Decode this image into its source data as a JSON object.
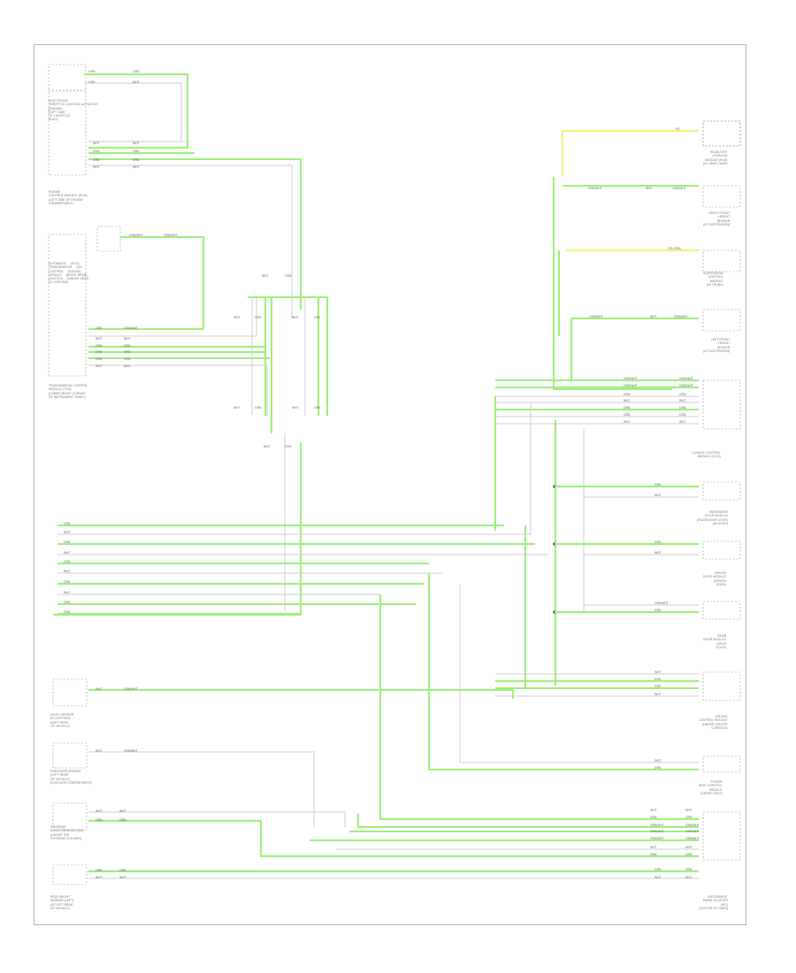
{
  "diagram": {
    "accent": "#9ef07a",
    "wire_green": "#9ef07a",
    "wire_yellow": "#f2f278",
    "wire_gray": "#cfcfcf",
    "stamp": "",
    "labels": {
      "c1": "ELECTRONIC\nTHROTTLE CONTROL ACTUATOR\n(ENGINE)\n(LEFT SIDE\nOF THROTTLE\nBODY)",
      "c2": "ENGINE\nCONTROL MODULE (ECM)\n(LEFT SIDE OF ENGINE\nCOMPARTMENT)",
      "c3": "AUTOMATIC     (BOX)\nTRANSMISSION     (ON\nCONTROL     ENGINE)\nMODULE     (RIGHT REAR)\n(SWITCH)     (UNDER SEAT)\n(FLOOR PAN)",
      "c4": "TRANSMISSION CONTROL\nMODULE (TCM)\n(LOWER RIGHT CORNER\nOF INSTRUMENT PANEL)",
      "c5": "LEVEL SENSOR\n(FLOOR PAN)\n(LEFT REAR\nOF VEHICLE)",
      "c6": "PRESSURE SENSOR\n(LEFT REAR\nOF VEHICLE)\n(LUGGAGE COMPARTMENT)",
      "c7": "STEERING\nANGLE SENSOR (SAS)\n(UNDER THE\nSTEERING COLUMN)",
      "c8": "RIDE HEIGHT\nSENSOR (LEFT)\n(AT LEFT REAR\nOF VEHICLE)",
      "r1": "HEADLIGHT\nLEVELING\nMODULE (HLM)\n(AT HEAD LAMP)",
      "r2": "RIGHT FRONT\nHEIGHT\nSENSOR\n(AT SUSPENSION)",
      "r3": "SUSPENSION\nCONTROL\nMODULE\n(IN TRUNK)",
      "r4": "LEFT FRONT\nHEIGHT\nSENSOR\n(AT SUSPENSION)",
      "r5": "CLIMATE CONTROL\nMODULE (CCM)",
      "r6": "PASSENGER\nDOOR MODULE\n(PASSENGER DOOR)\n(IN DOOR)",
      "r7": "DRIVER\nDOOR MODULE\n(DRIVER\nDOOR)",
      "r8": "REAR\nDOOR MODULE\n(REAR\nDOOR)",
      "r9": "AIR BAG\nCONTROL MODULE\n(UNDER CENTER\nCONSOLE)",
      "r10": "POWER\nSEAT CONTROL\nMODULE\n(UNDER SEAT)",
      "r11": "INSTRUMENT\nPANEL CLUSTER\n(IPC)\n(CENTER OF DASH)"
    },
    "wire_codes": {
      "grn": "GRN",
      "wht": "WHT",
      "grnwht": "GRN/WHT",
      "yel": "YEL",
      "yelgrn": "YEL/GRN"
    }
  }
}
